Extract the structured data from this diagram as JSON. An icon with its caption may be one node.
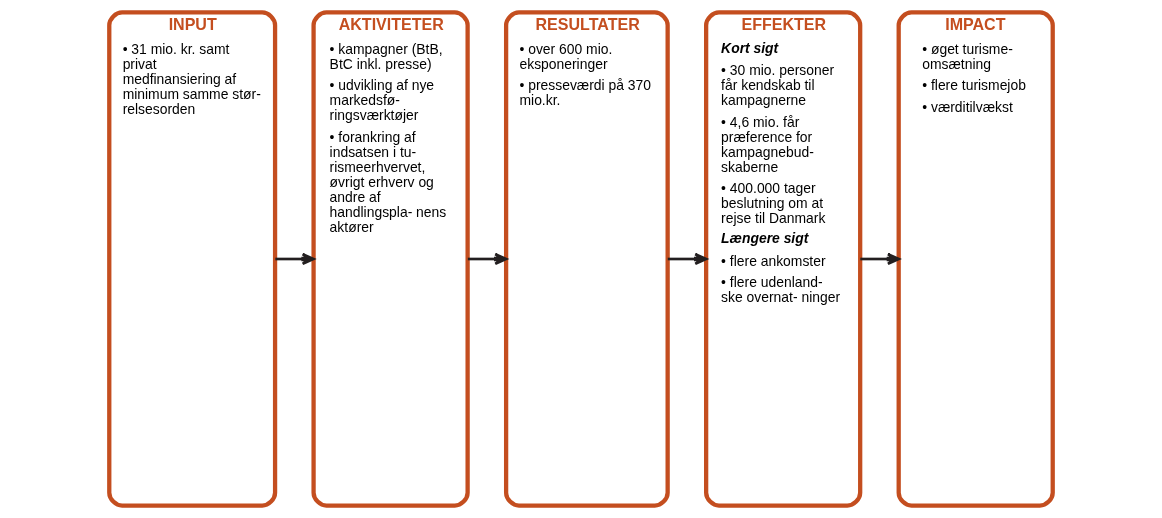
{
  "diagram": {
    "nodes": [
      {
        "text": [
          "INPUT",
          "• 31 mio. kr. samt privat medfinansiering af minimum samme stør- relsesorden"
        ]
      },
      {
        "text": [
          "AKTIVITETER",
          "• kampagner (BtB, BtC inkl. presse)",
          "• udvikling af nye markedsfø- ringsværktøjer",
          "• forankring af indsatsen i tu- rismeerhvervet, øvrigt erhverv og andre af handlingspla- nens aktører"
        ]
      },
      {
        "text": [
          "RESULTATER",
          "• over 600 mio. eksponeringer",
          "• presseværdi på 370 mio.kr."
        ]
      },
      {
        "text": [
          "EFFEKTER",
          "Kort sigt",
          "• 30 mio. personer får kendskab til kampagnerne",
          "• 4,6 mio. får præference for kampagnebud- skaberne",
          "• 400.000 tager beslutning om at rejse til Danmark",
          "Længere sigt",
          "• flere ankomster",
          "• flere udenland- ske overnat- ninger"
        ]
      },
      {
        "text": [
          "IMPACT",
          "• øget turisme- omsætning",
          "• flere turismejob",
          "• værditilvækst"
        ]
      }
    ],
    "edges": [
      {
        "from": 0,
        "to": 1,
        "arrow": "to"
      },
      {
        "from": 1,
        "to": 2,
        "arrow": "to"
      },
      {
        "from": 2,
        "to": 3,
        "arrow": "to"
      },
      {
        "from": 3,
        "to": 4,
        "arrow": "to"
      }
    ]
  }
}
